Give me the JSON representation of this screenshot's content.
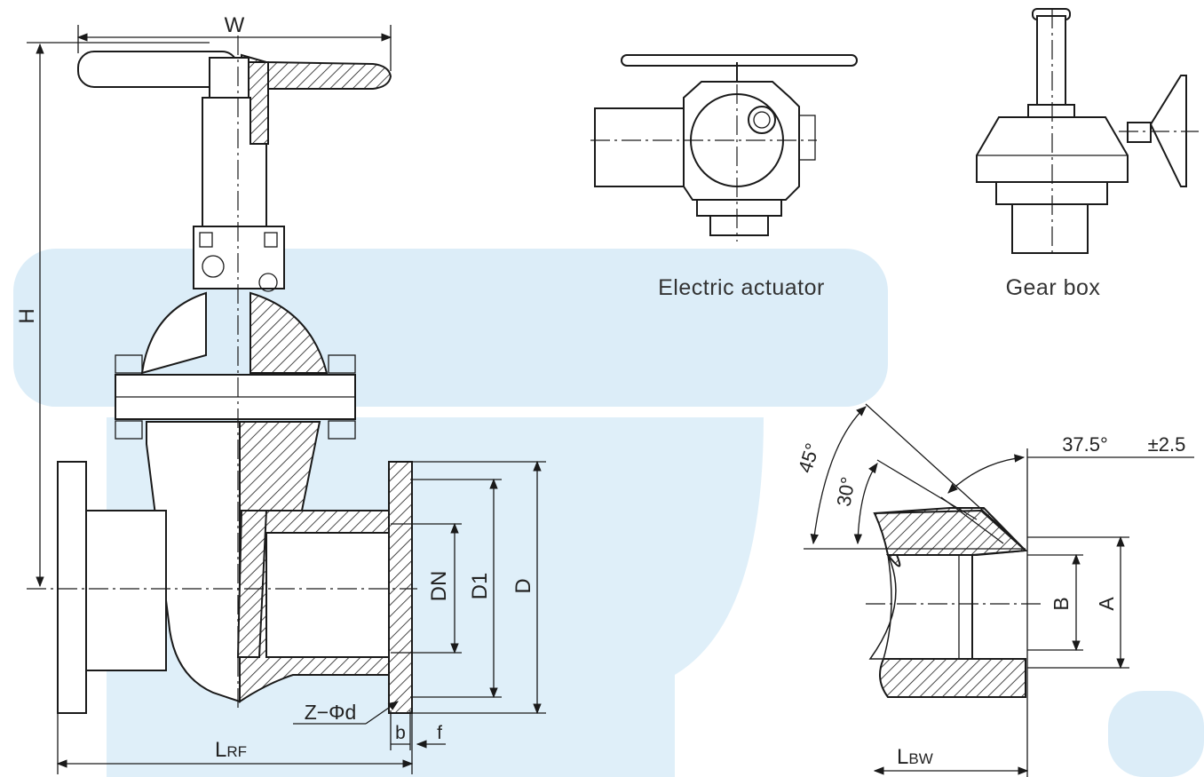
{
  "colors": {
    "background": "#ffffff",
    "band": "#dcedf8",
    "line": "#1a1a1a",
    "text": "#222222"
  },
  "captions": {
    "electric_actuator": "Electric actuator",
    "gear_box": "Gear box"
  },
  "dimensions": {
    "W": "W",
    "H": "H",
    "DN": "DN",
    "D1": "D1",
    "D": "D",
    "Z_phi_d": "Z−Φd",
    "b": "b",
    "f": "f",
    "L_main": "L",
    "L_rf_sub": "RF",
    "L_bw_sub": "BW",
    "A": "A",
    "B": "B"
  },
  "angles": {
    "a45": "45°",
    "a30": "30°",
    "a37": "37.5°",
    "tol": "±2.5"
  }
}
